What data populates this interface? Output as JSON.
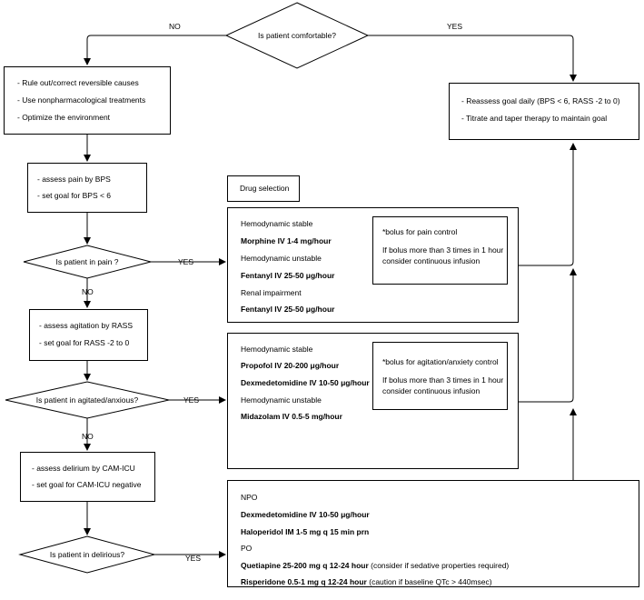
{
  "decisions": {
    "comfortable": "Is patient comfortable?",
    "pain": "Is patient in pain ?",
    "agitated": "Is patient in agitated/anxious?",
    "delirious": "Is patient in delirious?"
  },
  "edge_labels": {
    "no": "NO",
    "yes": "YES"
  },
  "rule_out": [
    "- Rule out/correct reversible causes",
    "- Use nonpharmacological treatments",
    "- Optimize the environment"
  ],
  "reassess": [
    "- Reassess goal daily (BPS < 6, RASS -2 to 0)",
    "- Titrate and taper therapy to maintain goal"
  ],
  "pain_assess": [
    "- assess pain by BPS",
    "- set goal for BPS < 6"
  ],
  "agitation_assess": [
    "- assess agitation by RASS",
    "- set goal for RASS -2 to 0"
  ],
  "delirium_assess": [
    "- assess delirium by CAM-ICU",
    "- set goal for CAM-ICU negative"
  ],
  "drug_selection": "Drug selection",
  "pain_drugs": {
    "lines": [
      "Hemodynamic stable",
      "Morphine IV 1-4 mg/hour",
      "Hemodynamic unstable",
      "Fentanyl IV 25-50 μg/hour",
      "Renal impairment",
      "Fentanyl IV 25-50 μg/hour"
    ],
    "note": [
      "*bolus for pain control",
      "If bolus more than 3 times in 1 hour",
      "consider continuous infusion"
    ]
  },
  "agitation_drugs": {
    "lines": [
      "Hemodynamic stable",
      "Propofol IV 20-200 μg/hour",
      "Dexmedetomidine IV 10-50 μg/hour",
      "Hemodynamic unstable",
      "Midazolam IV 0.5-5 mg/hour"
    ],
    "note": [
      "*bolus for agitation/anxiety control",
      "If bolus more than 3 times in 1 hour",
      "consider continuous infusion"
    ]
  },
  "delirium_drugs": {
    "npo": "NPO",
    "dex": "Dexmedetomidine IV 10-50 μg/hour",
    "halo": "Haloperidol IM 1-5 mg q 15 min prn",
    "po": "PO",
    "quet": "Quetiapine 25-200 mg q 12-24 hour",
    "quet_note": " (consider if sedative properties required)",
    "risp": "Risperidone 0.5-1 mg q 12-24 hour",
    "risp_note": " (caution if baseline QTc > 440msec)"
  }
}
